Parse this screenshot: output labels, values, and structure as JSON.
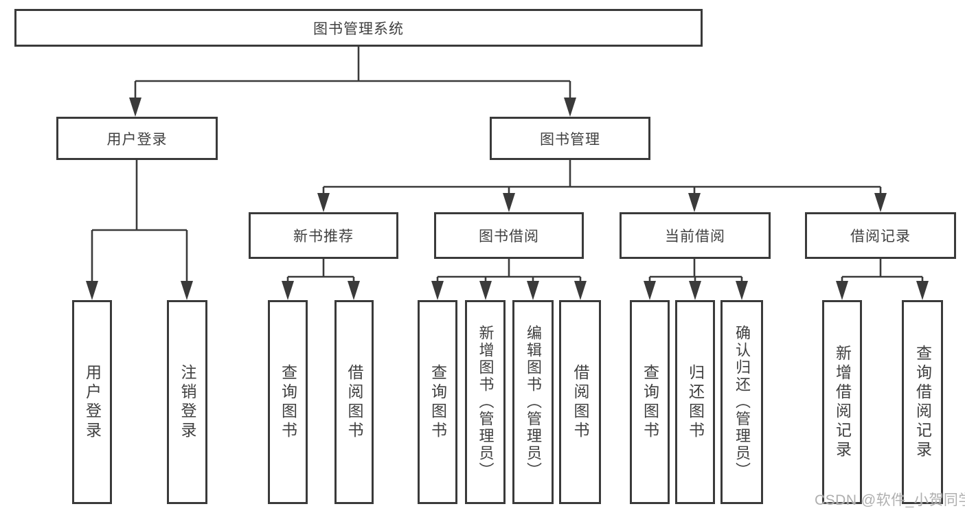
{
  "diagram": {
    "type": "hierarchy-tree",
    "root": {
      "label": "图书管理系统"
    },
    "branches": [
      {
        "label": "用户登录",
        "children": [
          {
            "label": "用户登录"
          },
          {
            "label": "注销登录"
          }
        ]
      },
      {
        "label": "图书管理",
        "children": [
          {
            "label": "新书推荐",
            "children": [
              {
                "label": "查询图书"
              },
              {
                "label": "借阅图书"
              }
            ]
          },
          {
            "label": "图书借阅",
            "children": [
              {
                "label": "查询图书"
              },
              {
                "label": "新增图书（管理员）"
              },
              {
                "label": "编辑图书（管理员）"
              },
              {
                "label": "借阅图书"
              }
            ]
          },
          {
            "label": "当前借阅",
            "children": [
              {
                "label": "查询图书"
              },
              {
                "label": "归还图书"
              },
              {
                "label": "确认归还（管理员）"
              }
            ]
          },
          {
            "label": "借阅记录",
            "children": [
              {
                "label": "新增借阅记录"
              },
              {
                "label": "查询借阅记录"
              }
            ]
          }
        ]
      }
    ]
  },
  "watermark": "CSDN @软件_小贺同学",
  "colors": {
    "line": "#3a3a3a",
    "text": "#404040",
    "watermark": "#a8a8a8",
    "background": "#ffffff"
  }
}
